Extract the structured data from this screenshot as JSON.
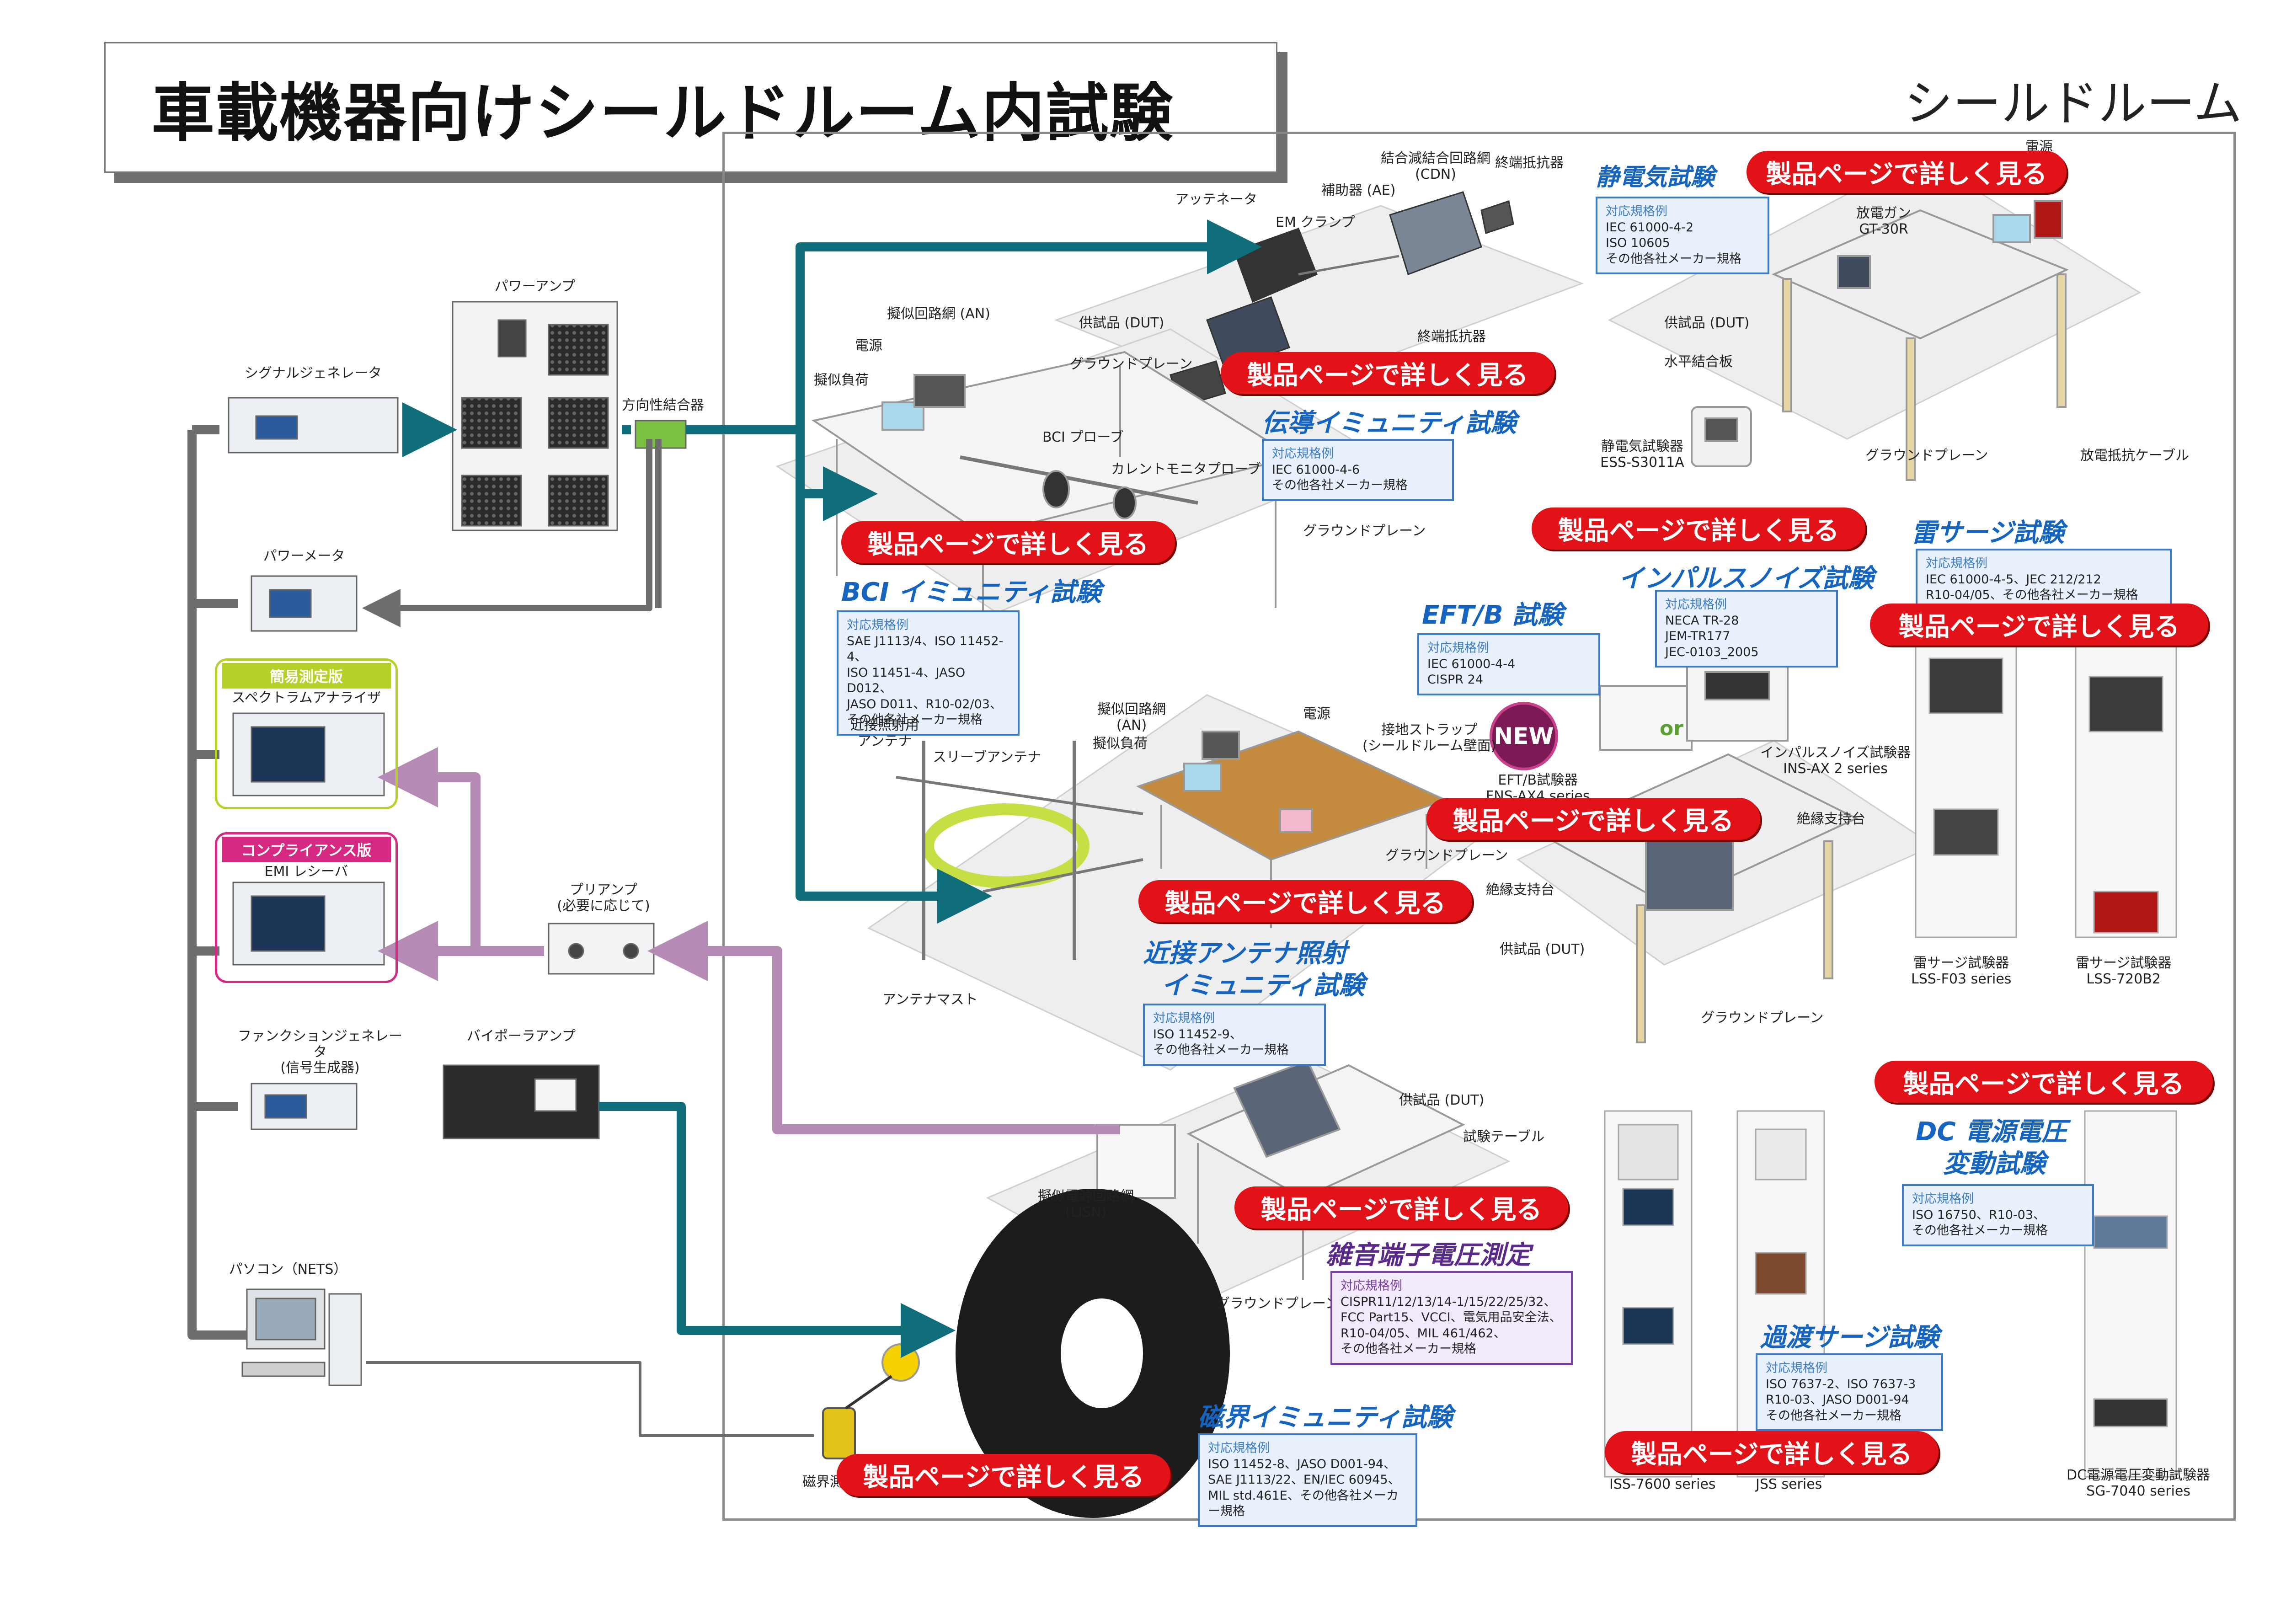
{
  "title": "車載機器向けシールドルーム内試験",
  "room_label": "シールドルーム",
  "colors": {
    "teal": "#0f6e7a",
    "purple": "#b58ab4",
    "gray": "#6d6d6d",
    "red_button": "#e11218",
    "title_blue": "#1565c0",
    "compliance_pink": "#d62a82",
    "simple_lime": "#b7d12a"
  },
  "product_button": "製品ページで詳しく見る",
  "equipment": {
    "signal_generator": "シグナルジェネレータ",
    "power_amp": "パワーアンプ",
    "directional_coupler": "方向性結合器",
    "power_meter": "パワーメータ",
    "simple_badge": "簡易測定版",
    "spectrum_analyzer": "スペクトラムアナライザ",
    "compliance_badge": "コンプライアンス版",
    "emi_receiver": "EMI レシーバ",
    "preamp": "プリアンプ\n(必要に応じて)",
    "function_generator": "ファンクションジェネレータ\n(信号生成器)",
    "bipolar_amp": "バイポーラアンプ",
    "pc": "パソコン（NETS）",
    "magnetic_meter": "磁界測定"
  },
  "conducted": {
    "title": "伝導イミュニティ試験",
    "std_header": "対応規格例",
    "standards": "IEC 61000-4-6\nその他各社メーカー規格",
    "labels": {
      "attenuator": "アッテネータ",
      "cdn": "結合減結合回路網\n(CDN)",
      "ae": "補助器 (AE)",
      "terminator1": "終端抵抗器",
      "em_clamp": "EM クランプ",
      "dut": "供試品 (DUT)",
      "ground_plane": "グラウンドプレーン",
      "terminator2": "終端抵抗器"
    }
  },
  "bci": {
    "title": "BCI イミュニティ試験",
    "std_header": "対応規格例",
    "standards": "SAE J1113/4、ISO 11452-4、\nISO 11451-4、JASO D012、\nJASO D011、R10-02/03、\nその他各社メーカー規格",
    "labels": {
      "an": "擬似回路網 (AN)",
      "power": "電源",
      "load": "擬似負荷",
      "bci_probe": "BCI プローブ",
      "current_probe": "カレントモニタプローブ",
      "ground_plane": "グラウンドプレーン"
    }
  },
  "esd": {
    "title": "静電気試験",
    "std_header": "対応規格例",
    "standards": "IEC 61000-4-2\nISO 10605\nその他各社メーカー規格",
    "labels": {
      "power": "電源",
      "gun": "放電ガン\nGT-30R",
      "dut": "供試品 (DUT)",
      "hcp": "水平結合板",
      "tester": "静電気試験器\nESS-S3011A",
      "ground_plane": "グラウンドプレーン",
      "cable": "放電抵抗ケーブル"
    }
  },
  "impulse": {
    "title": "インパルスノイズ試験",
    "std_header": "対応規格例",
    "standards": "NECA TR-28\nJEM-TR177\nJEC-0103_2005",
    "tester": "インパルスノイズ試験器\nINS-AX 2 series"
  },
  "eft": {
    "title": "EFT/B 試験",
    "std_header": "対応規格例",
    "standards": "IEC 61000-4-4\nCISPR 24",
    "new_badge": "NEW",
    "or_text": "or",
    "tester": "EFT/B試験器\nFNS-AX4 series",
    "labels": {
      "insulator1": "絶縁支持台",
      "insulator2": "絶縁支持台",
      "dut": "供試品 (DUT)",
      "ground_plane": "グラウンドプレーン"
    }
  },
  "lightning": {
    "title": "雷サージ試験",
    "std_header": "対応規格例",
    "standards": "IEC 61000-4-5、JEC 212/212\nR10-04/05、その他各社メーカー規格",
    "tester1": "雷サージ試験器\nLSS-F03 series",
    "tester2": "雷サージ試験器\nLSS-720B2"
  },
  "proximity": {
    "title_line1": "近接アンテナ照射",
    "title_line2": "イミュニティ試験",
    "std_header": "対応規格例",
    "standards": "ISO 11452-9、\nその他各社メーカー規格",
    "labels": {
      "near_antenna": "近接照射用\nアンテナ",
      "sleeve_antenna": "スリーブアンテナ",
      "an": "擬似回路網\n(AN)",
      "load": "擬似負荷",
      "power": "電源",
      "strap": "接地ストラップ\n(シールドルーム壁面)",
      "mast": "アンテナマスト",
      "ground_plane": "グラウンドプレーン"
    }
  },
  "conducted_voltage": {
    "title": "雑音端子電圧測定",
    "std_header": "対応規格例",
    "standards": "CISPR11/12/13/14-1/15/22/25/32、\nFCC Part15、VCCI、電気用品安全法、\nR10-04/05、MIL 461/462、\nその他各社メーカー規格",
    "labels": {
      "dut": "供試品 (DUT)",
      "table": "試験テーブル",
      "lisn": "擬似電源回路網\n(LISN)",
      "ground_plane": "グラウンドプレーン"
    }
  },
  "magnetic": {
    "title": "磁界イミュニティ試験",
    "std_header": "対応規格例",
    "standards": "ISO 11452-8、JASO D001-94、\nSAE J1113/22、EN/IEC 60945、\nMIL std.461E、その他各社メーカー規格"
  },
  "transient": {
    "title": "過渡サージ試験",
    "std_header": "対応規格例",
    "standards": "ISO 7637-2、ISO 7637-3\nR10-03、JASO D001-94\nその他各社メーカー規格",
    "model1": "ISS-7600 series",
    "model2": "JSS series"
  },
  "dc": {
    "title_line1": "DC 電源電圧",
    "title_line2": "変動試験",
    "std_header": "対応規格例",
    "standards": "ISO 16750、R10-03、\nその他各社メーカー規格",
    "model": "DC電源電圧変動試験器\nSG-7040 series"
  }
}
